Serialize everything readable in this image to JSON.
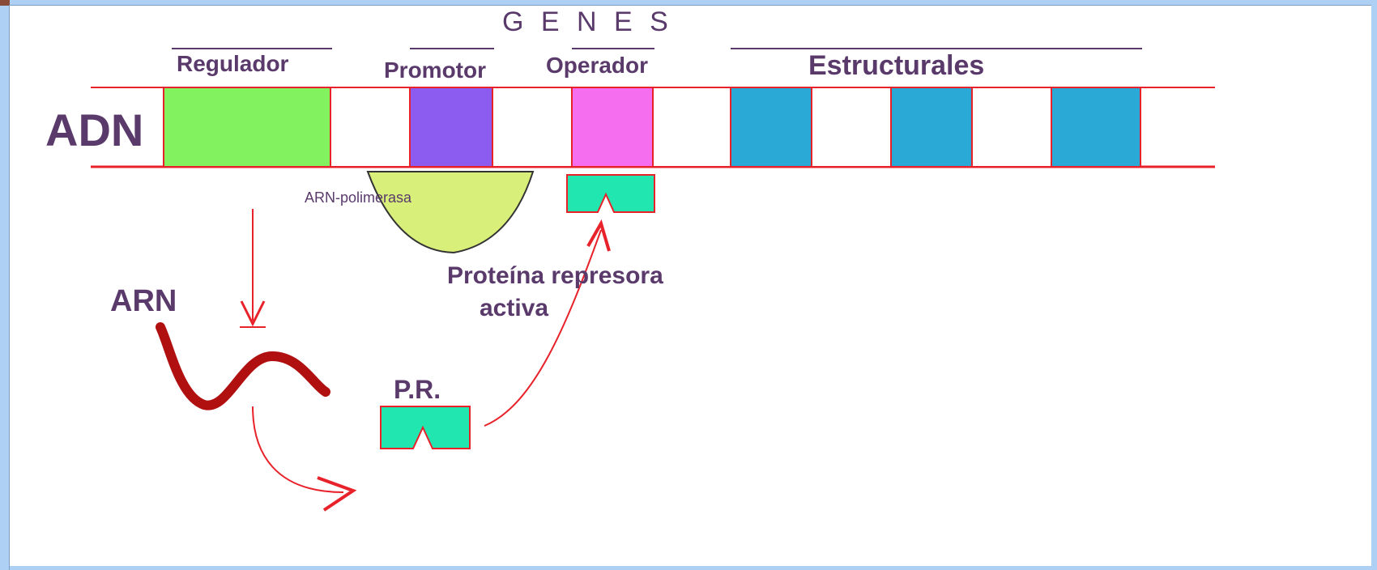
{
  "header": {
    "genes_title": "G E N E S"
  },
  "gene_labels": {
    "regulador": "Regulador",
    "promotor": "Promotor",
    "operador": "Operador",
    "estructurales": "Estructurales"
  },
  "labels": {
    "adn": "ADN",
    "arn": "ARN",
    "arn_polimerasa": "ARN-polimerasa",
    "proteina_represora_line1": "Proteína represora",
    "proteina_represora_line2": "activa",
    "pr": "P.R."
  },
  "colors": {
    "regulador": "#83f25f",
    "promotor": "#8c5cf0",
    "operador": "#f56ef0",
    "estructural": "#2aa8d6",
    "dna_line": "#e8222a",
    "polymerase": "#d8f07a",
    "repressor": "#22e6b0",
    "arn_strand": "#b01010",
    "text": "#5a3a6b",
    "frame": "#aed0f5"
  }
}
